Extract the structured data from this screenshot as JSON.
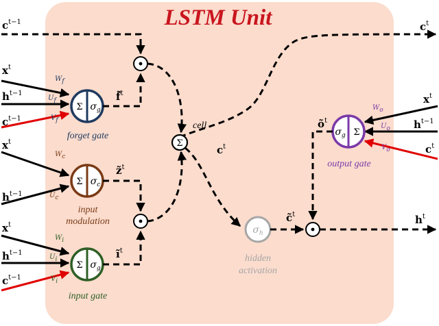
{
  "title": "LSTM Unit",
  "colors": {
    "panel": "#fbdccd",
    "title": "#c9151e",
    "forget": "#1f3a5f",
    "input_mod": "#7a3b16",
    "input_gate": "#2e5f25",
    "output_gate": "#7b3aa8",
    "hidden": "#a6a6a6",
    "peephole": "#e00000"
  },
  "signals": {
    "c_prev": {
      "base": "c",
      "sup": "t−1"
    },
    "c_out": {
      "base": "c",
      "sup": "t"
    },
    "h_out": {
      "base": "h",
      "sup": "t"
    },
    "x": {
      "base": "x",
      "sup": "t"
    },
    "h_prev": {
      "base": "h",
      "sup": "t−1"
    },
    "c_peep": {
      "base": "c",
      "sup": "t−1"
    },
    "c_peep_out": {
      "base": "c",
      "sup": "t"
    },
    "cell_c": {
      "base": "c",
      "sup": "t"
    }
  },
  "gates": {
    "forget": {
      "label": "forget gate",
      "w": "W",
      "w_sub": "f",
      "u": "U",
      "u_sub": "f",
      "v": "V",
      "v_sub": "f",
      "sum": "Σ",
      "act": "σ",
      "act_sub": "g",
      "out": "f̃",
      "out_sup": "t"
    },
    "input_mod": {
      "label_1": "input",
      "label_2": "modulation",
      "w": "W",
      "w_sub": "c",
      "u": "U",
      "u_sub": "c",
      "sum": "Σ",
      "act": "σ",
      "act_sub": "c",
      "out": "z̃",
      "out_sup": "t"
    },
    "input_gate": {
      "label": "input gate",
      "w": "W",
      "w_sub": "i",
      "u": "U",
      "u_sub": "i",
      "v": "V",
      "v_sub": "i",
      "sum": "Σ",
      "act": "σ",
      "act_sub": "g",
      "out": "ĩ",
      "out_sup": "t"
    },
    "output_gate": {
      "label": "output gate",
      "w": "W",
      "w_sub": "o",
      "u": "U",
      "u_sub": "o",
      "v": "V",
      "v_sub": "o",
      "sum": "Σ",
      "act": "σ",
      "act_sub": "g",
      "out": "õ",
      "out_sup": "t"
    }
  },
  "cell": {
    "label": "cell",
    "sum": "Σ"
  },
  "hidden": {
    "label_1": "hidden",
    "label_2": "activation",
    "act": "σ",
    "act_sub": "h",
    "out": "c̃",
    "out_sup": "t"
  },
  "mult_symbol": "⊙"
}
